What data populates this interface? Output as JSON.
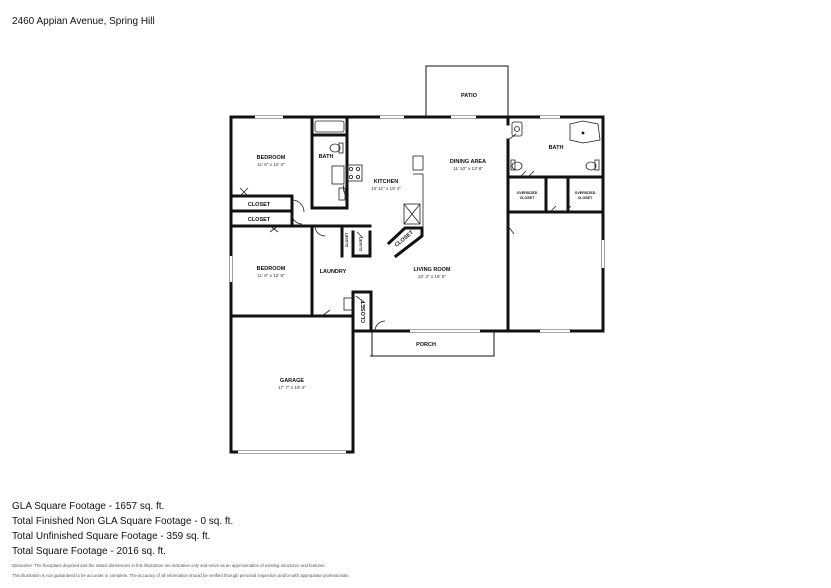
{
  "header": {
    "address": "2460 Appian Avenue, Spring Hill"
  },
  "rooms": {
    "patio": {
      "name": "PATIO"
    },
    "bedroom1": {
      "name": "BEDROOM",
      "dims": "11' 6\" x 12' 3\""
    },
    "bath1": {
      "name": "BATH"
    },
    "kitchen": {
      "name": "KITCHEN",
      "dims": "10' 11\" x 19' 4\""
    },
    "dining": {
      "name": "DINING AREA",
      "dims": "11' 10\" x 13' 8\""
    },
    "bath2": {
      "name": "BATH"
    },
    "ov_closet1": {
      "name_line1": "OVERSIZED",
      "name_line2": "CLOSET"
    },
    "ov_closet2": {
      "name_line1": "OVERSIZED",
      "name_line2": "CLOSET"
    },
    "closet1": {
      "name": "CLOSET"
    },
    "closet2": {
      "name": "CLOSET"
    },
    "closet3": {
      "name": "CLOSET"
    },
    "closet4": {
      "name": "CLOSET"
    },
    "closet5": {
      "name": "CLOSET"
    },
    "bedroom2": {
      "name": "BEDROOM",
      "dims": "11' 8\" x 12' 8\""
    },
    "laundry": {
      "name": "LAUNDRY"
    },
    "living": {
      "name": "LIVING ROOM",
      "dims": "22' 3\" x 16' 6\""
    },
    "porch": {
      "name": "PORCH"
    },
    "garage": {
      "name": "GARAGE",
      "dims": "17' 7\" x 19' 4\""
    }
  },
  "stats": {
    "gla": "GLA Square Footage - 1657 sq. ft.",
    "non_gla": "Total Finished Non GLA Square Footage - 0 sq. ft.",
    "unfinished": "Total Unfinished Square Footage - 359 sq. ft.",
    "total": "Total Square Footage - 2016 sq. ft."
  },
  "disclaimer": {
    "line1": "Disclaimer: The floorplans depicted and the stated dimensions in this illustration are indicative only and serve as an approximation of existing structures and features.",
    "line2": "This illustration is not guaranteed to be accurate or complete. The accuracy of all information should be verified through personal inspection and/or with appropriate professionals."
  }
}
